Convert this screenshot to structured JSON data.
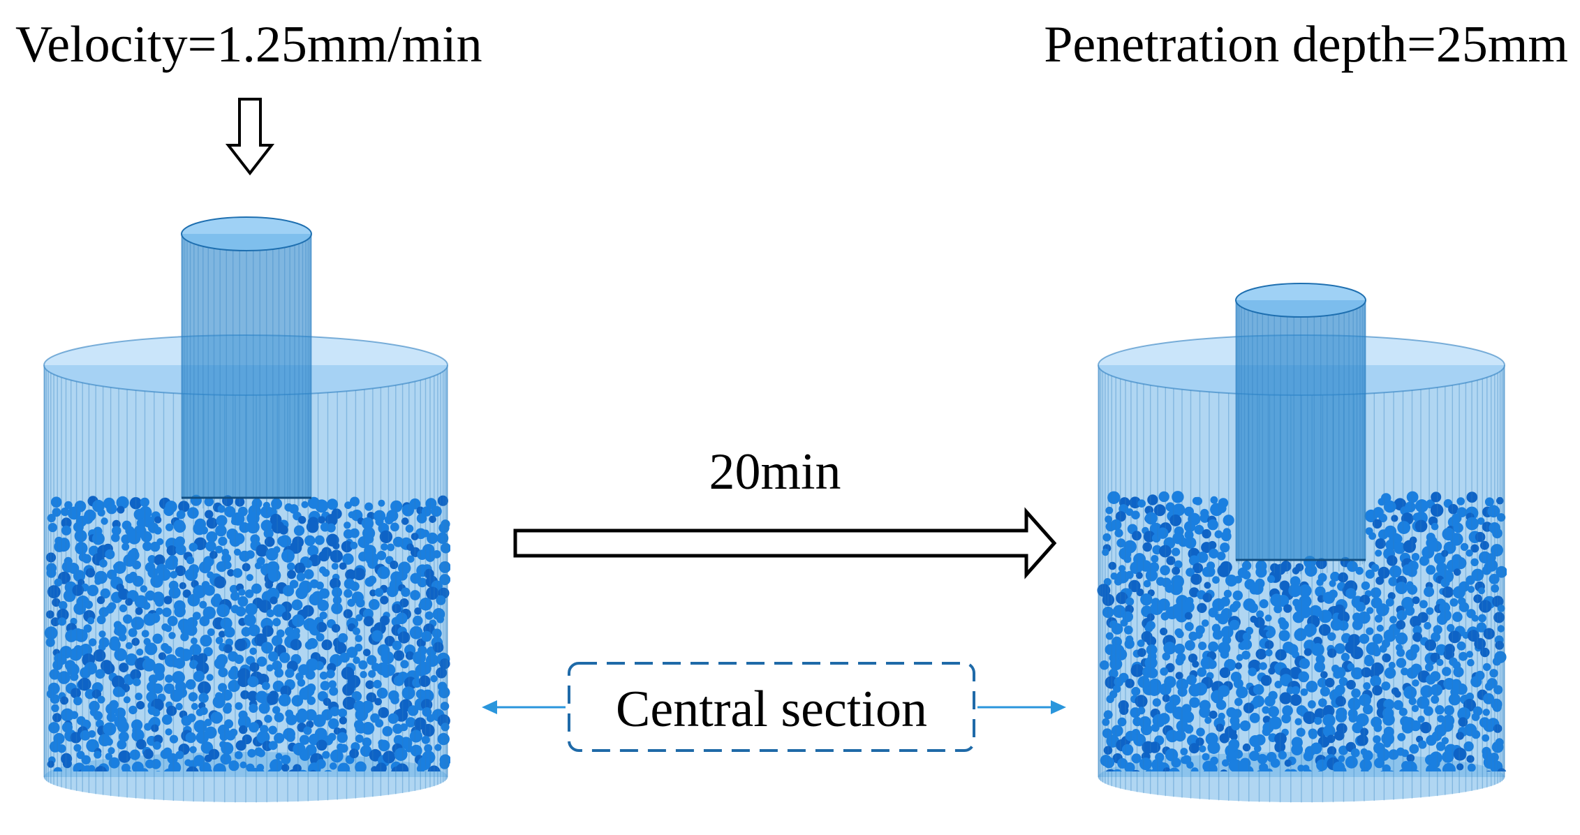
{
  "labels": {
    "velocity": "Velocity=1.25mm/min",
    "penetration": "Penetration depth=25mm",
    "duration": "20min",
    "section": "Central section"
  },
  "colors": {
    "cylinder_fill": "#6fb4e8",
    "cylinder_top": "#9fd0f5",
    "cylinder_edge": "#2f7fc0",
    "piston_fill": "#2a86cc",
    "particle": "#1a7fe0",
    "particle_dark": "#0e63c6",
    "section_border": "#1f6aa8",
    "section_arrow": "#2a96dc",
    "outline": "#000000"
  },
  "icons": {
    "velocity_arrow": "down-hollow-arrow-icon",
    "process_arrow": "right-hollow-arrow-icon",
    "section_arrows": "left-right-arrow-icon"
  }
}
